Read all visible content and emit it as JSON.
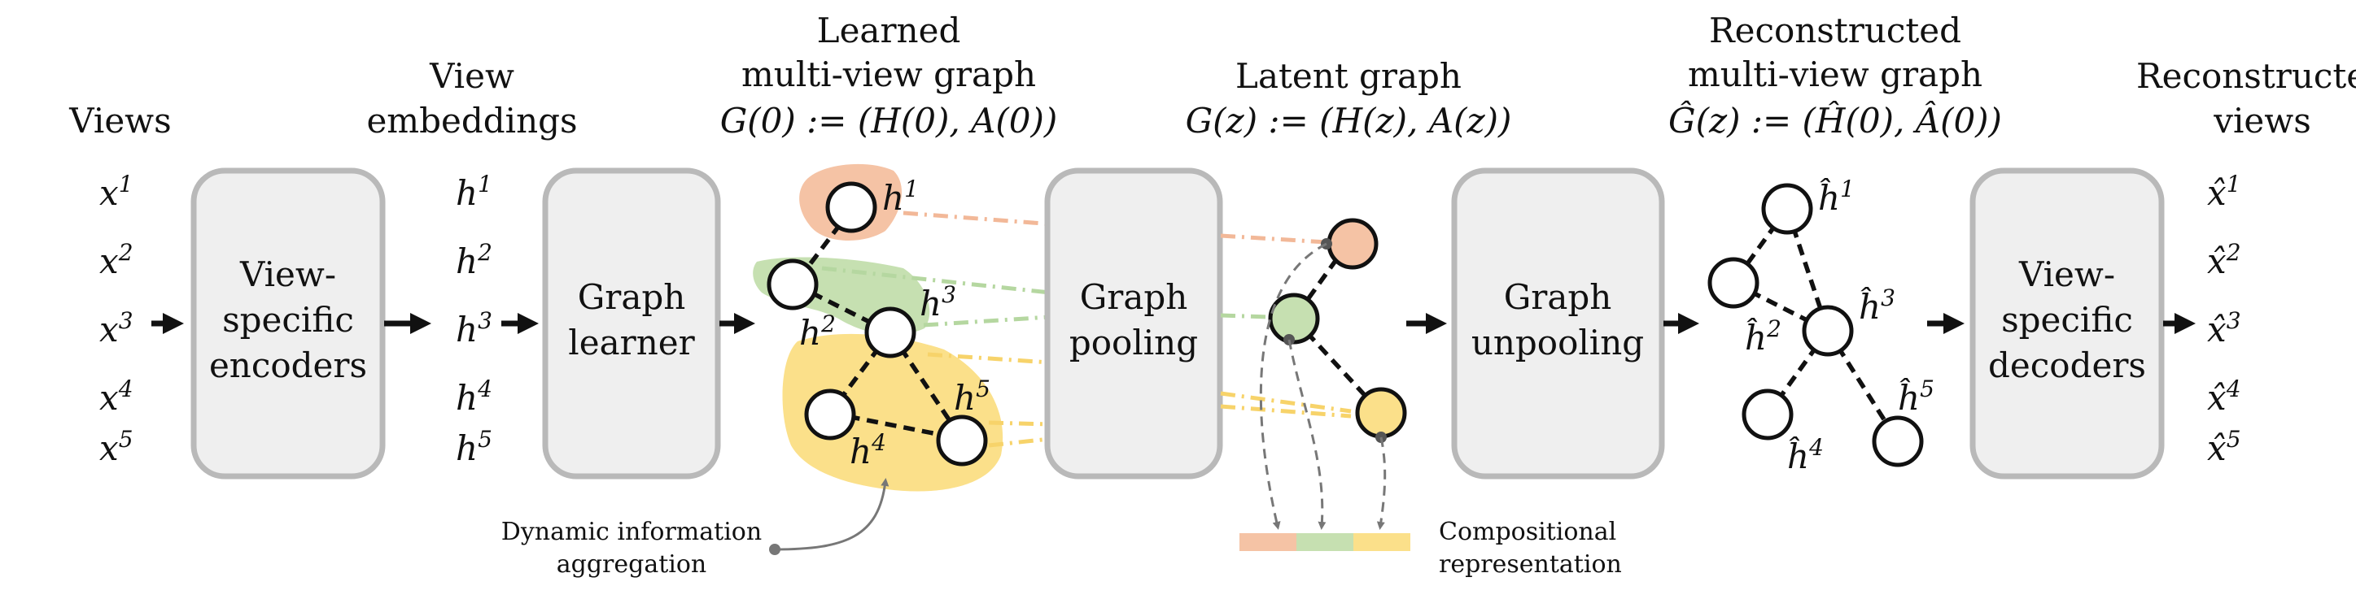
{
  "headers": {
    "views": "Views",
    "view_embeddings": [
      "View",
      "embeddings"
    ],
    "learned_graph": [
      "Learned",
      "multi-view graph"
    ],
    "latent_graph": "Latent graph",
    "reconstructed_graph": [
      "Reconstructed",
      "multi-view graph"
    ],
    "reconstructed_views": [
      "Reconstructed",
      "views"
    ]
  },
  "formulas": {
    "learned": "G(0) := (H(0), A(0))",
    "latent": "G(z) := (H(z), A(z))",
    "reconstructed": "Ĝ(z) := (Ĥ(0), Â(0))"
  },
  "blocks": {
    "encoders": [
      "View-",
      "specific",
      "encoders"
    ],
    "graph_learner": [
      "Graph",
      "learner"
    ],
    "graph_pooling": [
      "Graph",
      "pooling"
    ],
    "graph_unpooling": [
      "Graph",
      "unpooling"
    ],
    "decoders": [
      "View-",
      "specific",
      "decoders"
    ]
  },
  "inputs": [
    "x",
    "x",
    "x",
    "x",
    "x"
  ],
  "embeddings": [
    "h",
    "h",
    "h",
    "h",
    "h"
  ],
  "outputs": [
    "x̂",
    "x̂",
    "x̂",
    "x̂",
    "x̂"
  ],
  "indices": [
    "1",
    "2",
    "3",
    "4",
    "5"
  ],
  "learned_nodes": [
    "h",
    "h",
    "h",
    "h",
    "h"
  ],
  "reconstructed_nodes": [
    "ĥ",
    "ĥ",
    "ĥ",
    "ĥ",
    "ĥ"
  ],
  "annotations": {
    "dynamic": [
      "Dynamic information",
      "aggregation"
    ],
    "compositional": [
      "Compositional",
      "representation"
    ]
  },
  "colors": {
    "orange": "#f5c3a5",
    "green": "#c6e0b1",
    "yellow": "#fbe08a",
    "block_fill": "#efefef",
    "block_stroke": "#b9b9b9"
  }
}
